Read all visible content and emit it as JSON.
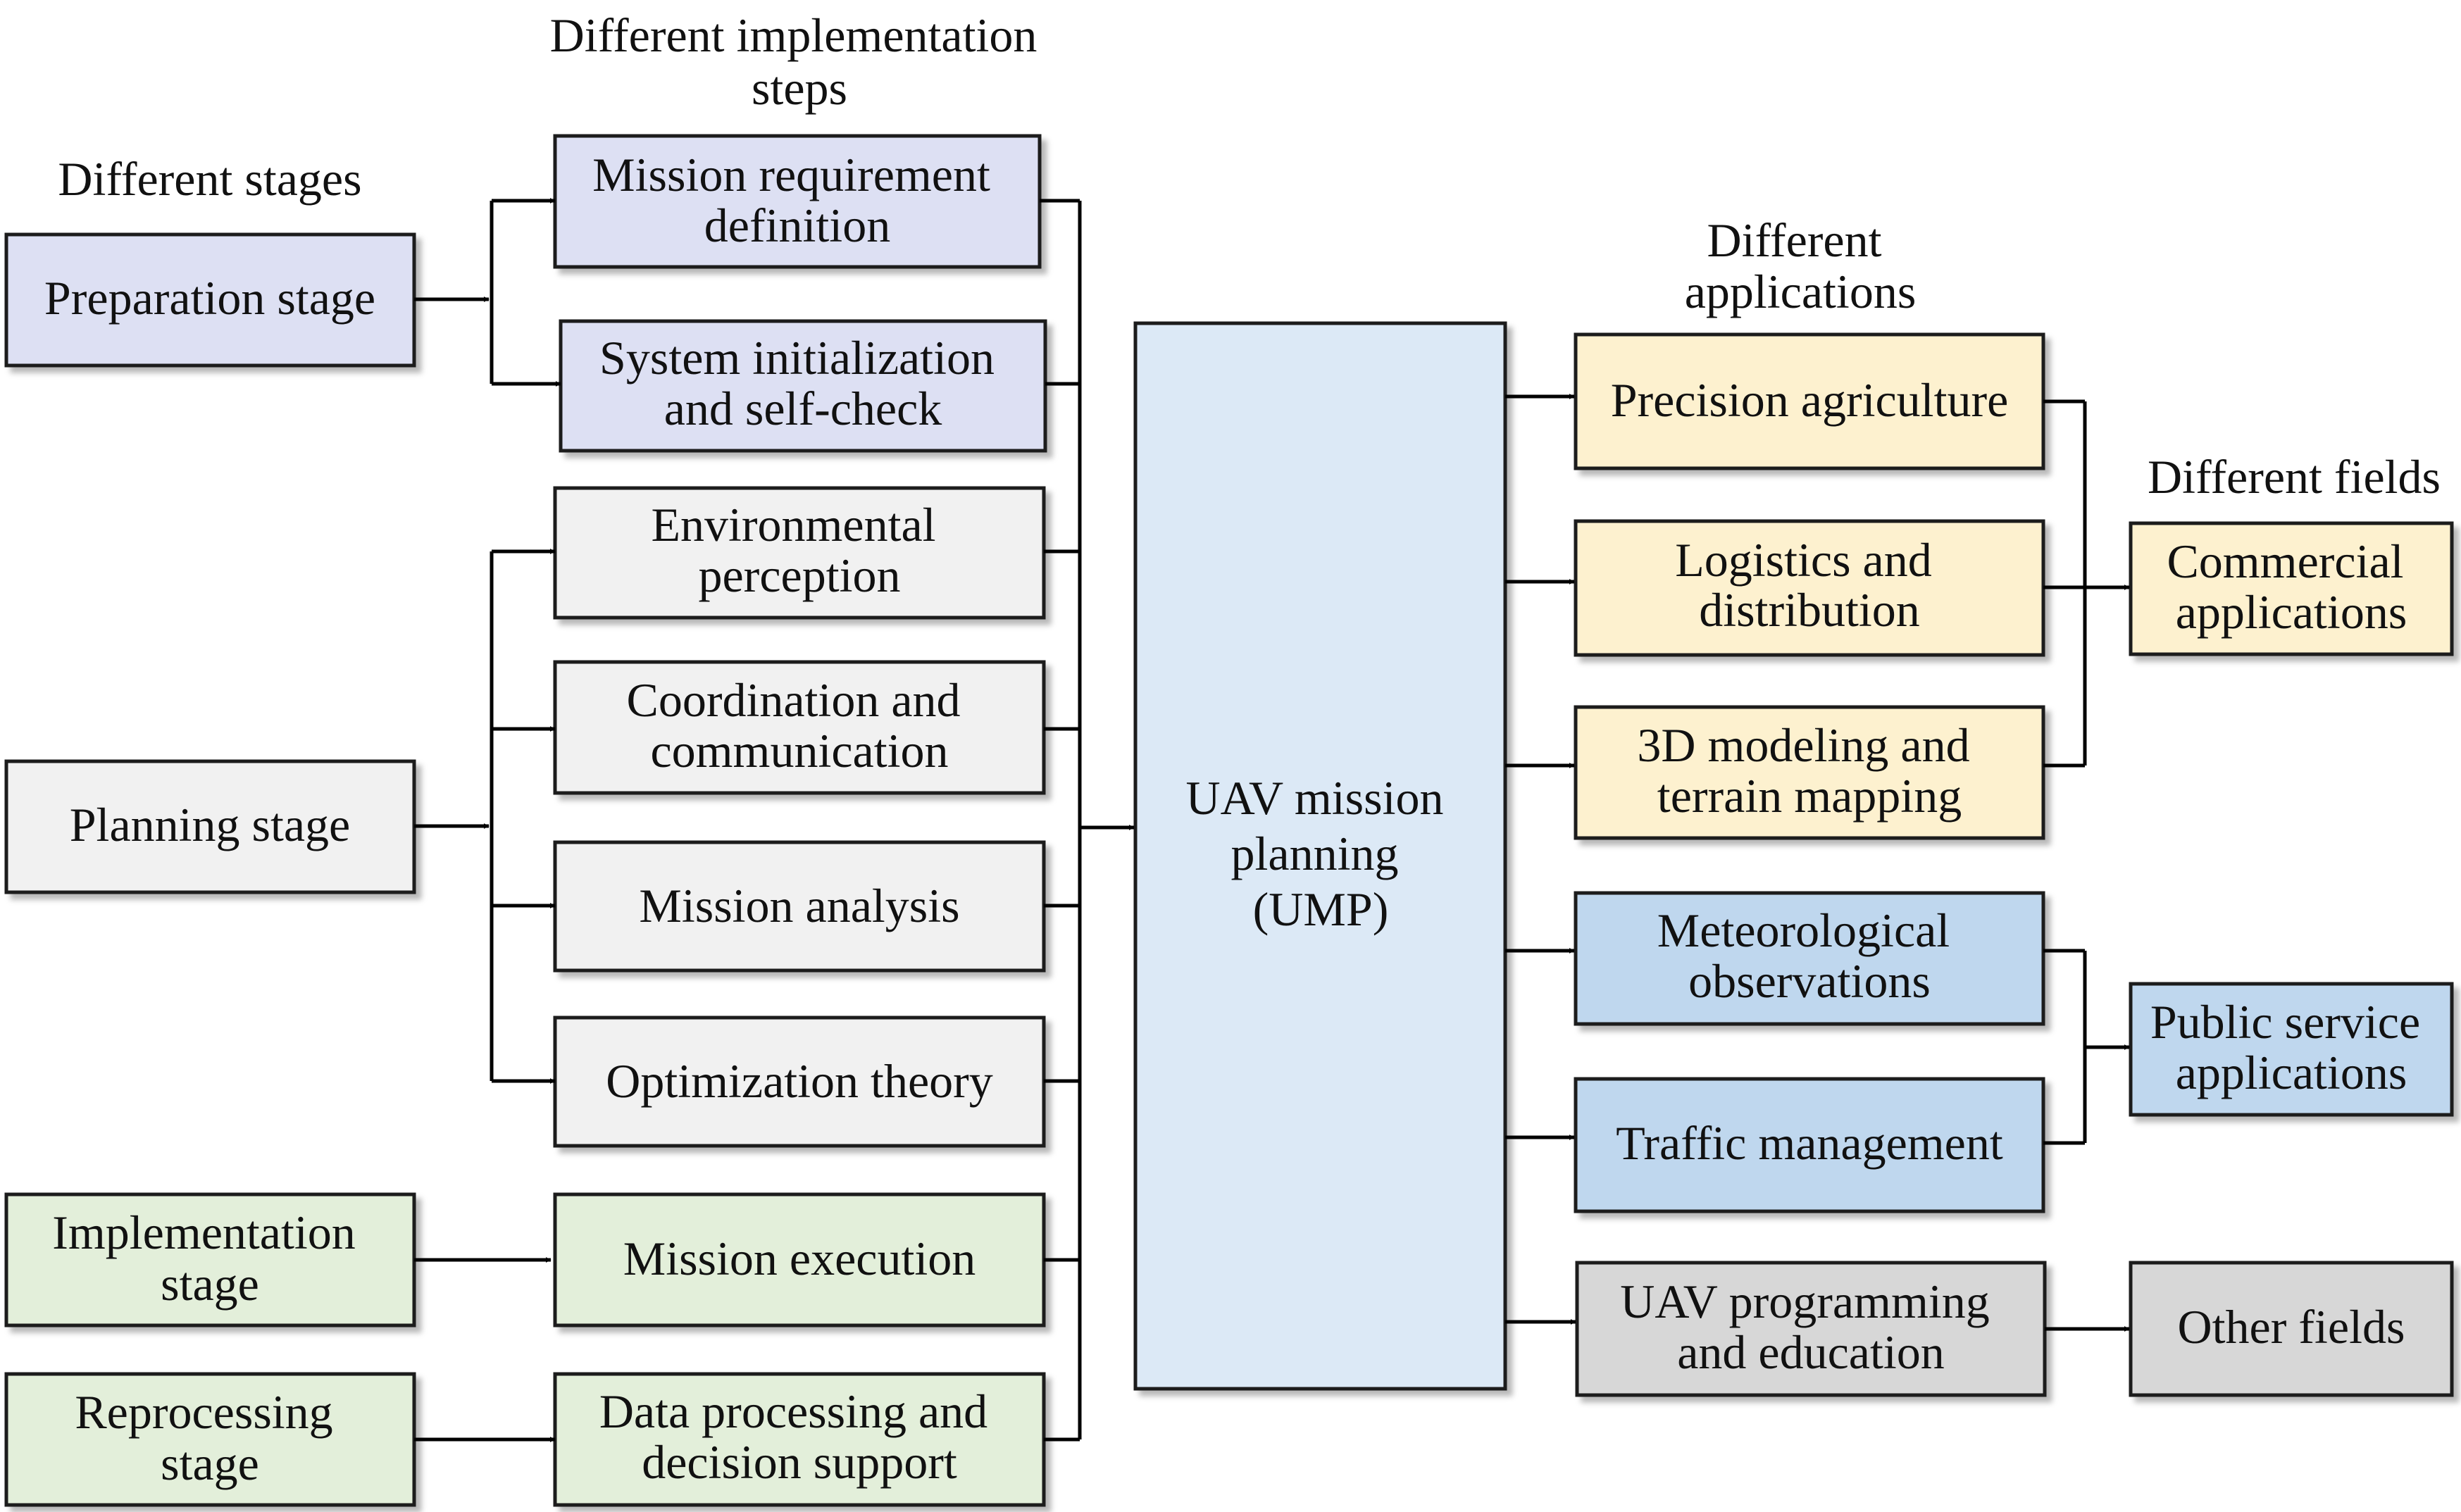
{
  "headers": {
    "stages": "Different stages",
    "steps": [
      "Different implementation",
      "steps"
    ],
    "applications": [
      "Different",
      "applications"
    ],
    "fields": "Different fields"
  },
  "stages": {
    "preparation": [
      "Preparation stage"
    ],
    "planning": [
      "Planning stage"
    ],
    "implementation": [
      "Implementation",
      "stage"
    ],
    "reprocessing": [
      "Reprocessing",
      "stage"
    ]
  },
  "steps": {
    "mission_requirement": [
      "Mission requirement",
      "definition"
    ],
    "system_init": [
      "System initialization",
      "and self-check"
    ],
    "environmental": [
      "Environmental",
      "perception"
    ],
    "coordination": [
      "Coordination and",
      "communication"
    ],
    "mission_analysis": [
      "Mission analysis"
    ],
    "optimization": [
      "Optimization theory"
    ],
    "mission_execution": [
      "Mission execution"
    ],
    "data_processing": [
      "Data processing and",
      "decision support"
    ]
  },
  "center": [
    "UAV mission",
    "planning",
    "(UMP)"
  ],
  "applications": {
    "precision_agriculture": [
      "Precision agriculture"
    ],
    "logistics": [
      "Logistics and",
      "distribution"
    ],
    "modeling_3d": [
      "3D modeling and",
      "terrain mapping"
    ],
    "meteorological": [
      "Meteorological",
      "observations"
    ],
    "traffic": [
      "Traffic management"
    ],
    "uav_programming": [
      "UAV programming",
      "and education"
    ]
  },
  "fields": {
    "commercial": [
      "Commercial",
      "applications"
    ],
    "public_service": [
      "Public service",
      "applications"
    ],
    "other": [
      "Other fields"
    ]
  },
  "colors": {
    "preparation_fill": "#dde0f3",
    "planning_fill": "#f1f1f1",
    "implementation_fill": "#e3efda",
    "center_fill": "#dce9f6",
    "commercial_fill": "#fdf1cf",
    "public_fill": "#bfd7ee",
    "other_fill": "#d7d7d7"
  }
}
